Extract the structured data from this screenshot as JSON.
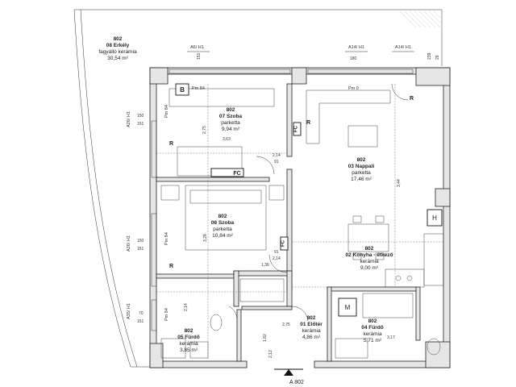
{
  "rooms": [
    {
      "num": "802",
      "name": "08 Erkély",
      "floor": "fagyálló kerámia",
      "area": "30,54 m²"
    },
    {
      "num": "802",
      "name": "07 Szoba",
      "floor": "parketta",
      "area": "9,94 m²"
    },
    {
      "num": "802",
      "name": "06 Szoba",
      "floor": "parketta",
      "area": "10,84 m²"
    },
    {
      "num": "802",
      "name": "03 Nappali",
      "floor": "parketta",
      "area": "17,46 m²"
    },
    {
      "num": "802",
      "name": "02 Konyha - étkező",
      "floor": "kerámia",
      "area": "9,00 m²"
    },
    {
      "num": "802",
      "name": "05 Fürdő",
      "floor": "kerámia",
      "area": "3,85 m²"
    },
    {
      "num": "802",
      "name": "01 Előtér",
      "floor": "kerámia",
      "area": "4,86 m²"
    },
    {
      "num": "802",
      "name": "04 Fürdő",
      "floor": "kerámia",
      "area": "5,71 m²"
    }
  ],
  "axes": {
    "top": [
      "A6/ H1",
      "A14/ H1",
      "A14/ H1"
    ],
    "left": [
      "A26/ H1",
      "A26/ H1",
      "A35/ H1"
    ]
  },
  "dims": {
    "top": [
      "180",
      "239",
      "151",
      "29"
    ],
    "left": [
      "150",
      "151",
      "150",
      "151",
      "70",
      "151"
    ],
    "inner": [
      "2,75",
      "3,63",
      "2,14",
      "91",
      "2,14",
      "3,28",
      "3,44",
      "1,36",
      "2,75",
      "3,17",
      "91",
      "2,14",
      "1,82",
      "2,12"
    ]
  },
  "labels": {
    "pm_top": "Pm 84",
    "pm_zero": "Pm 0",
    "pm_left": [
      "Pm 84",
      "Pm 84",
      "Pm 84"
    ],
    "b": "B",
    "fc": [
      "FC",
      "FC",
      "FC"
    ],
    "r": [
      "R",
      "R",
      "R",
      "R"
    ],
    "h": "H",
    "m": "M",
    "entrance": "A 802"
  }
}
